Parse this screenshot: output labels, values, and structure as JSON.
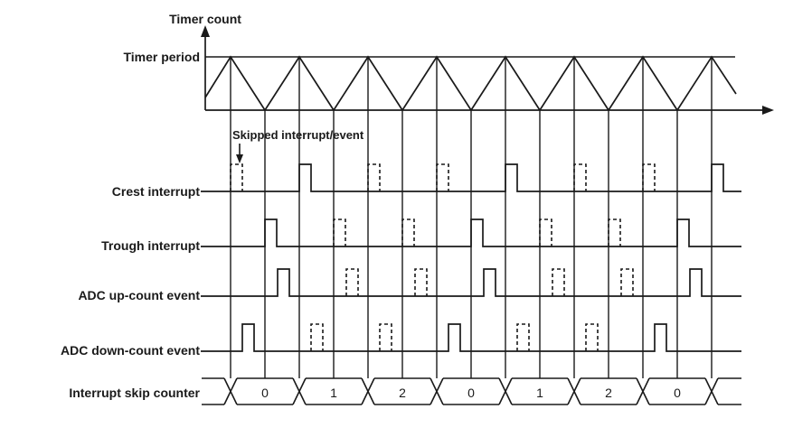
{
  "labels": {
    "timer_count": "Timer count",
    "timer_period": "Timer period",
    "skipped_annotation": "Skipped interrupt/event",
    "crest_interrupt": "Crest interrupt",
    "trough_interrupt": "Trough interrupt",
    "adc_up_count": "ADC up-count event",
    "adc_down_count": "ADC down-count event",
    "interrupt_skip_counter": "Interrupt skip counter"
  },
  "colors": {
    "line": "#1a1a1a",
    "background": "#ffffff"
  },
  "chart_data": {
    "type": "timing_diagram",
    "description": "Up-down (triangle) timer with crest/trough interrupts and ADC trigger events; every third interrupt is taken, skipped ones drawn dashed.",
    "y_axis_label": "Timer count",
    "y_reference_label": "Timer period",
    "annotation": "Skipped interrupt/event",
    "carrier": {
      "shape": "triangle",
      "num_crests": 8,
      "num_troughs": 7
    },
    "signals": [
      {
        "name": "crest_interrupt",
        "label": "Crest interrupt",
        "anchor": "crest",
        "offset": 0,
        "pulses": [
          "dashed",
          "solid",
          "dashed",
          "dashed",
          "solid",
          "dashed",
          "dashed",
          "solid"
        ]
      },
      {
        "name": "trough_interrupt",
        "label": "Trough interrupt",
        "anchor": "trough",
        "offset": 0,
        "pulses": [
          "solid",
          "dashed",
          "dashed",
          "solid",
          "dashed",
          "dashed",
          "solid"
        ]
      },
      {
        "name": "adc_up_count_event",
        "label": "ADC up-count event",
        "anchor": "trough",
        "offset": 14,
        "pulses": [
          "solid",
          "dashed",
          "dashed",
          "solid",
          "dashed",
          "dashed",
          "solid"
        ]
      },
      {
        "name": "adc_down_count_event",
        "label": "ADC down-count event",
        "anchor": "crest",
        "offset": 13,
        "pulses": [
          "solid",
          "dashed",
          "dashed",
          "solid",
          "dashed",
          "dashed",
          "solid"
        ]
      }
    ],
    "skip_counter": {
      "label": "Interrupt skip counter",
      "values": [
        "0",
        "1",
        "2",
        "0",
        "1",
        "2",
        "0"
      ],
      "transitions_at": "crest"
    }
  }
}
